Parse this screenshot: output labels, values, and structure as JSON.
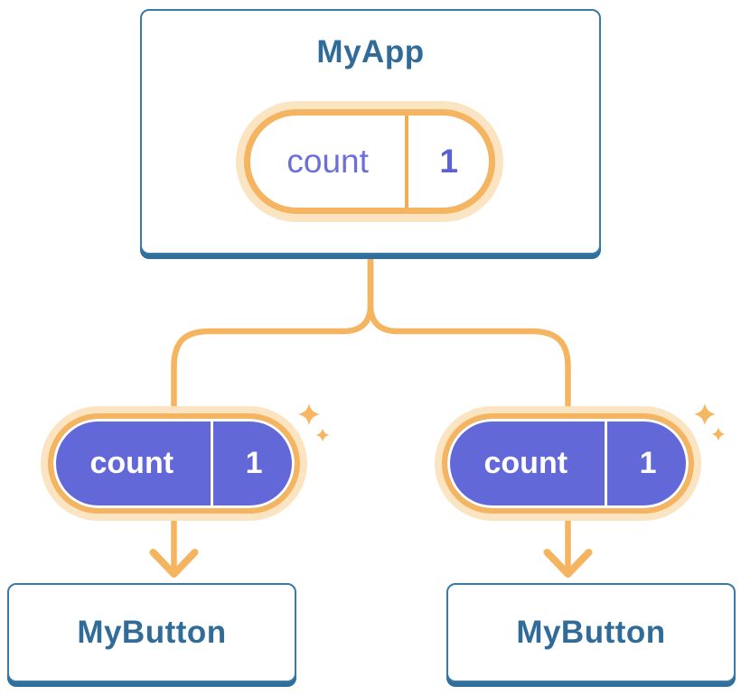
{
  "diagram": {
    "root": {
      "title": "MyApp",
      "state": {
        "name": "count",
        "value": "1"
      }
    },
    "children": [
      {
        "title": "MyButton",
        "prop": {
          "name": "count",
          "value": "1"
        }
      },
      {
        "title": "MyButton",
        "prop": {
          "name": "count",
          "value": "1"
        }
      }
    ]
  },
  "icons": {
    "sparkle": "four-point-star-sparkle",
    "arrow": "chevron-down-arrow"
  },
  "colors": {
    "card-border": "#3A7AA6",
    "card-shadow": "#2E6F9D",
    "heading-text": "#316C99",
    "orange": "#F5B45F",
    "orange-light": "#FBE4C1",
    "orange-divider": "#F2AC52",
    "sparkle": "#F5B860",
    "purple-fill": "#6268D8",
    "purple-text": "#6B6FDC",
    "purple-value": "#5B62D6"
  }
}
